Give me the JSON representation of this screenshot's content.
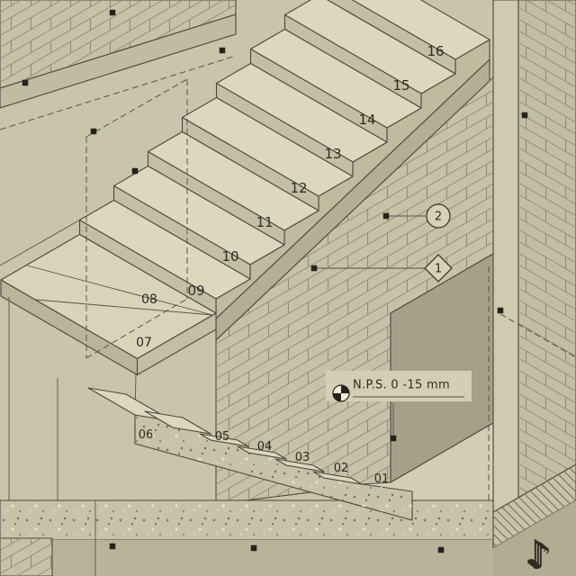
{
  "steps": {
    "upper": [
      "09",
      "10",
      "11",
      "12",
      "13",
      "14",
      "15",
      "16"
    ],
    "lower": [
      "01",
      "02",
      "03",
      "04",
      "05",
      "06"
    ],
    "winders": [
      "07",
      "08"
    ]
  },
  "callouts": {
    "circle": {
      "shape": "circle",
      "label": "2"
    },
    "diamond": {
      "shape": "diamond",
      "label": "1"
    }
  },
  "annotation": {
    "level_text": "N.P.S. 0 -15 mm"
  },
  "watermark": {
    "icon": "♪"
  },
  "colors": {
    "background": "#c9c5aa",
    "line": "#4b4941",
    "tread": "#dcd8be",
    "riser": "#c3bfa4",
    "wall_brick_base": "#c6c2a7",
    "doorway": "#a5a089",
    "concrete_speckle_base": "#c7c3a8",
    "tiktok_cyan": "#25f4ee",
    "tiktok_red": "#fe2c55"
  }
}
